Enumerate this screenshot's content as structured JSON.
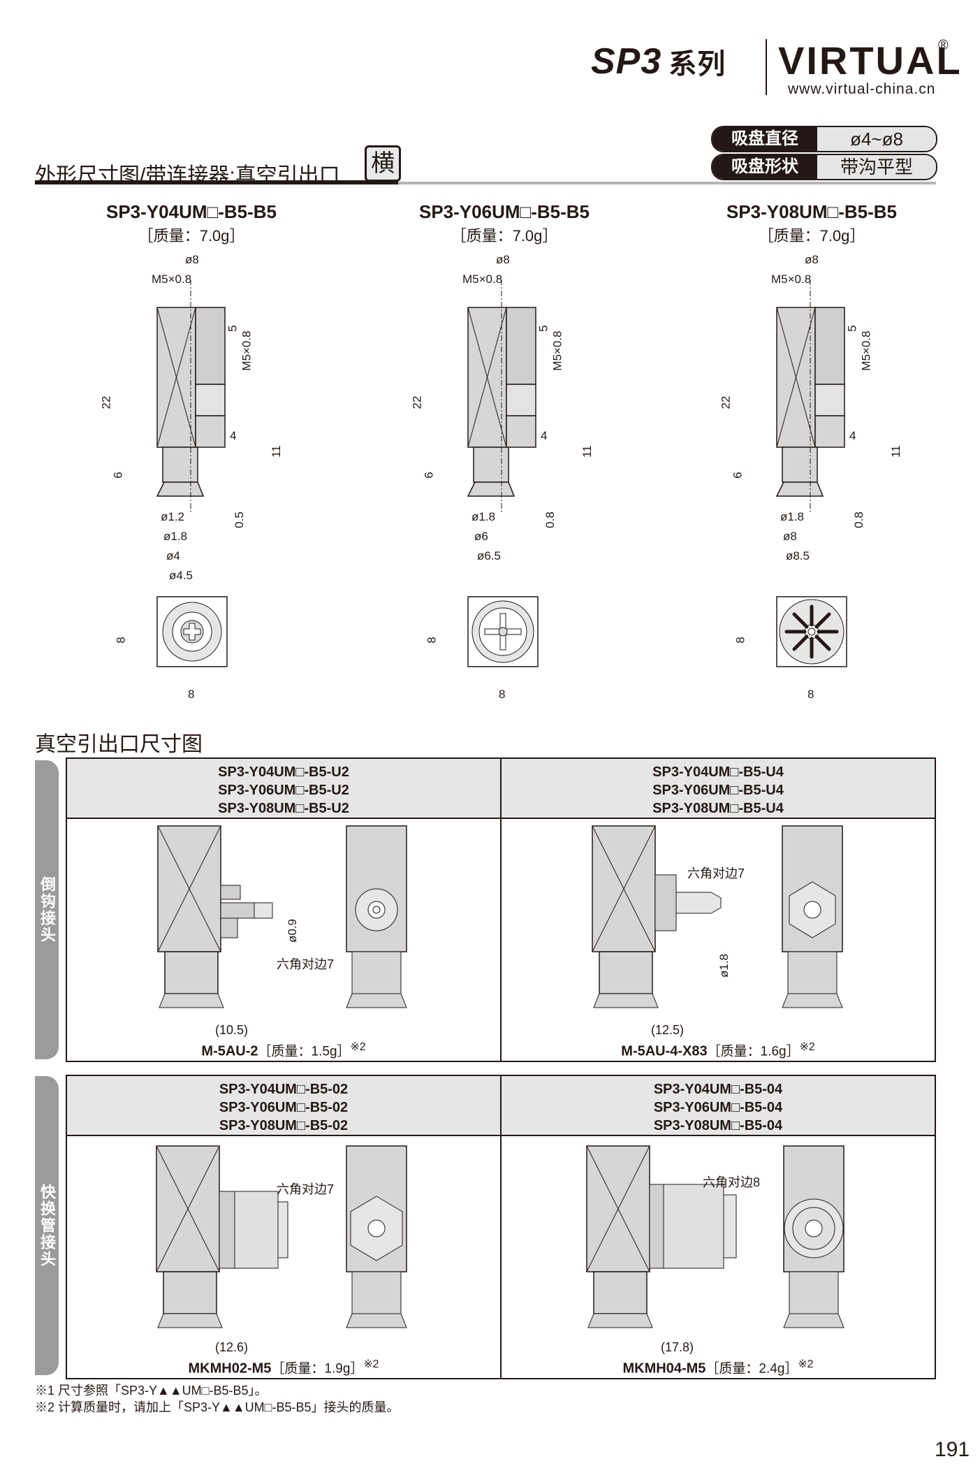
{
  "header": {
    "series": "SP3",
    "series_suffix": "系列",
    "brand": "VIRTUAL",
    "reg_mark": "®",
    "url": "www.virtual-china.cn"
  },
  "title": {
    "text": "外形尺寸图/带连接器:真空引出口",
    "badge": "横"
  },
  "specs": [
    {
      "key": "吸盘直径",
      "value": "ø4~ø8"
    },
    {
      "key": "吸盘形状",
      "value": "带沟平型"
    }
  ],
  "models": [
    {
      "name": "SP3-Y04UM□-B5-B5",
      "mass": "［质量：7.0g］",
      "d_top": "ø8",
      "thread": "M5×0.8",
      "h_total": "22",
      "h_5": "5",
      "side_thread": "M5×0.8",
      "h_11": "11",
      "h_4": "4",
      "h_6": "6",
      "h_gap": "0.5",
      "dims": [
        "ø1.2",
        "ø1.8",
        "ø4",
        "ø4.5"
      ],
      "w_side": "8",
      "w_bottom": "8"
    },
    {
      "name": "SP3-Y06UM□-B5-B5",
      "mass": "［质量：7.0g］",
      "d_top": "ø8",
      "thread": "M5×0.8",
      "h_total": "22",
      "h_5": "5",
      "side_thread": "M5×0.8",
      "h_11": "11",
      "h_4": "4",
      "h_6": "6",
      "h_gap": "0.8",
      "dims": [
        "ø1.8",
        "ø6",
        "ø6.5"
      ],
      "w_side": "8",
      "w_bottom": "8"
    },
    {
      "name": "SP3-Y08UM□-B5-B5",
      "mass": "［质量：7.0g］",
      "d_top": "ø8",
      "thread": "M5×0.8",
      "h_total": "22",
      "h_5": "5",
      "side_thread": "M5×0.8",
      "h_11": "11",
      "h_4": "4",
      "h_6": "6",
      "h_gap": "0.8",
      "dims": [
        "ø1.8",
        "ø8",
        "ø8.5"
      ],
      "w_side": "8",
      "w_bottom": "8"
    }
  ],
  "section_title": "真空引出口尺寸图",
  "groups": [
    {
      "side_label": "倒钩接头",
      "cells": [
        {
          "models": [
            "SP3-Y04UM□-B5-U2",
            "SP3-Y06UM□-B5-U2",
            "SP3-Y08UM□-B5-U2"
          ],
          "hex": "六角对边7",
          "dim_len": "(10.5)",
          "dim_d": "ø0.9",
          "part": "M-5AU-2",
          "mass": "［质量：1.5g］",
          "note": "※2"
        },
        {
          "models": [
            "SP3-Y04UM□-B5-U4",
            "SP3-Y06UM□-B5-U4",
            "SP3-Y08UM□-B5-U4"
          ],
          "hex": "六角对边7",
          "dim_len": "(12.5)",
          "dim_d": "ø1.8",
          "part": "M-5AU-4-X83",
          "mass": "［质量：1.6g］",
          "note": "※2"
        }
      ]
    },
    {
      "side_label": "快换管接头",
      "cells": [
        {
          "models": [
            "SP3-Y04UM□-B5-02",
            "SP3-Y06UM□-B5-02",
            "SP3-Y08UM□-B5-02"
          ],
          "hex": "六角对边7",
          "dim_len": "(12.6)",
          "part": "MKMH02-M5",
          "mass": "［质量：1.9g］",
          "note": "※2"
        },
        {
          "models": [
            "SP3-Y04UM□-B5-04",
            "SP3-Y06UM□-B5-04",
            "SP3-Y08UM□-B5-04"
          ],
          "hex": "六角对边8",
          "dim_len": "(17.8)",
          "part": "MKMH04-M5",
          "mass": "［质量：2.4g］",
          "note": "※2"
        }
      ]
    }
  ],
  "notes": [
    "※1  尺寸参照「SP3-Y▲▲UM□-B5-B5」。",
    "※2  计算质量时，请加上「SP3-Y▲▲UM□-B5-B5」接头的质量。"
  ],
  "page_number": "191"
}
